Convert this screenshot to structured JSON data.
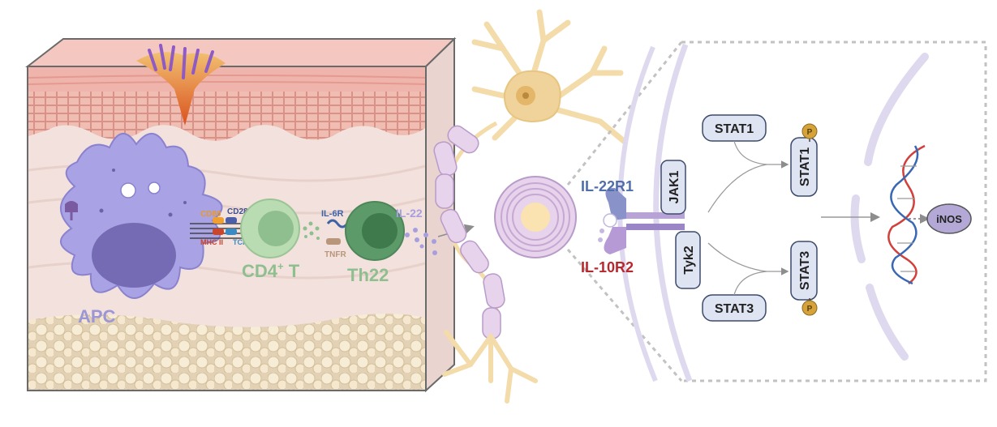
{
  "skin_panel": {
    "cells": {
      "apc": "APC",
      "cd4_t": "CD4",
      "cd4_t_superscript": "+",
      "cd4_t_suffix": " T",
      "th22": "Th22"
    },
    "molecules": {
      "cd80": "CD80",
      "cd28": "CD28",
      "mhc_ii": "MHC II",
      "tcr": "TCR",
      "il6r": "IL-6R",
      "tnfr": "TNFR",
      "il22": "IL-22"
    }
  },
  "signaling_panel": {
    "receptors": {
      "il22r1": "IL-22R1",
      "il10r2": "IL-10R2"
    },
    "kinases": {
      "jak1": "JAK1",
      "tyk2": "Tyk2"
    },
    "stats": {
      "stat1_inactive": "STAT1",
      "stat1_active": "STAT1",
      "stat3_inactive": "STAT3",
      "stat3_active": "STAT3"
    },
    "phospho_label": "P",
    "target_gene": "iNOS"
  },
  "colors": {
    "apc": "#9c95d6",
    "cd4": "#8fbf8f",
    "th22": "#4e8d5c",
    "il22r1": "#4f6eaa",
    "il10r2": "#b7282e",
    "phospho": "#d6a23a",
    "stat_box": "#dfe4f3"
  }
}
